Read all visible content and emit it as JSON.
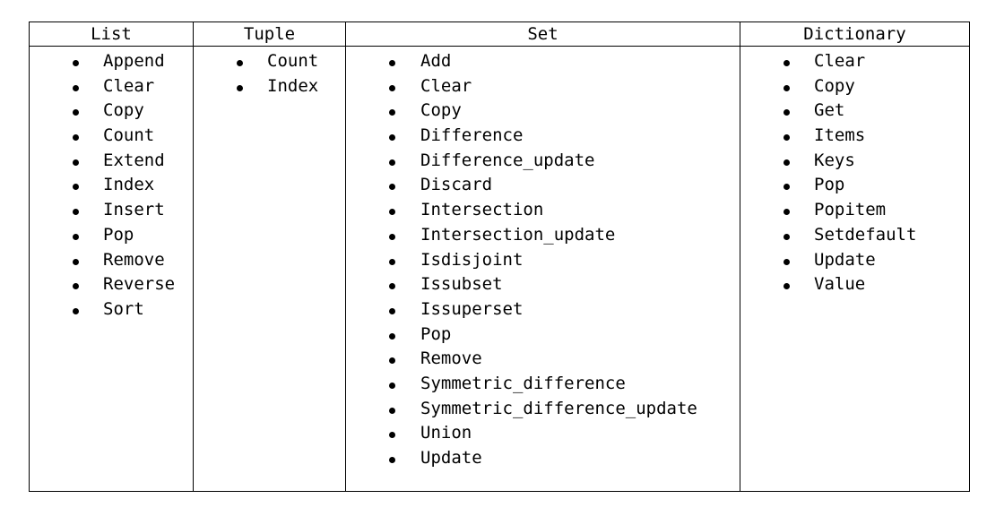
{
  "headers": [
    "List",
    "Tuple",
    "Set",
    "Dictionary"
  ],
  "columns": {
    "list": [
      "Append",
      "Clear",
      "Copy",
      "Count",
      "Extend",
      "Index",
      "Insert",
      "Pop",
      "Remove",
      "Reverse",
      "Sort"
    ],
    "tuple": [
      "Count",
      "Index"
    ],
    "set": [
      "Add",
      "Clear",
      "Copy",
      "Difference",
      "Difference_update",
      "Discard",
      "Intersection",
      "Intersection_update",
      "Isdisjoint",
      "Issubset",
      "Issuperset",
      "Pop",
      "Remove",
      "Symmetric_difference",
      "Symmetric_difference_update",
      "Union",
      "Update"
    ],
    "dictionary": [
      "Clear",
      "Copy",
      "Get",
      "Items",
      "Keys",
      "Pop",
      "Popitem",
      "Setdefault",
      "Update",
      "Value"
    ]
  }
}
